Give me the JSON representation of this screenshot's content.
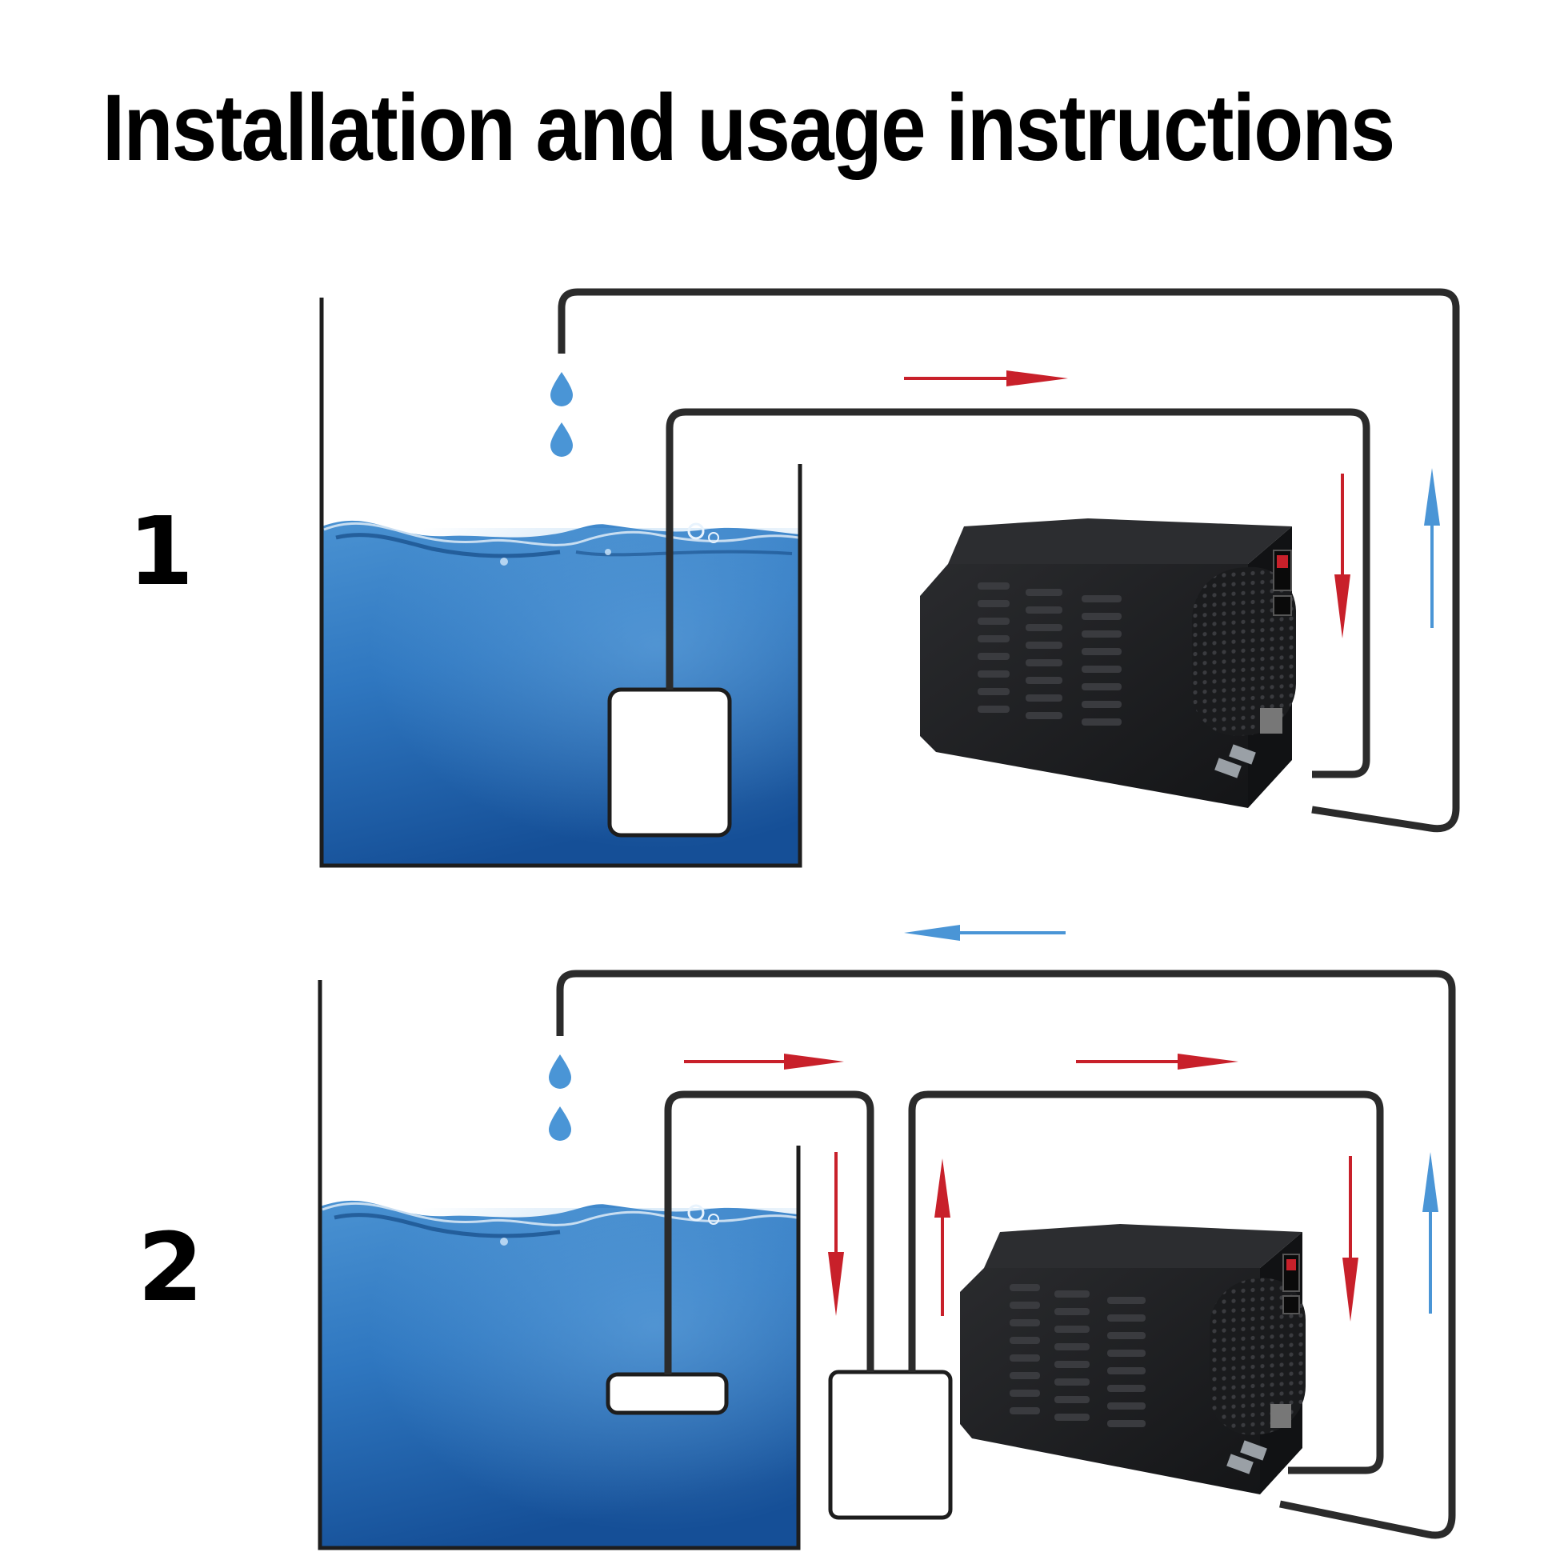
{
  "title": "Installation and usage instructions",
  "steps": [
    {
      "number": "1"
    },
    {
      "number": "2"
    }
  ],
  "colors": {
    "flow_hot": "#c8202a",
    "flow_cold": "#4a95d6",
    "water_top": "#3f86c8",
    "water_bottom": "#17569e",
    "pipe": "#2b2b2b",
    "chiller_body": "#1e1f21"
  },
  "icons": [
    "water-drop-icon",
    "arrow-right-icon",
    "arrow-down-icon",
    "arrow-up-icon",
    "arrow-left-icon",
    "chiller-unit-icon",
    "pump-icon",
    "filter-icon"
  ]
}
